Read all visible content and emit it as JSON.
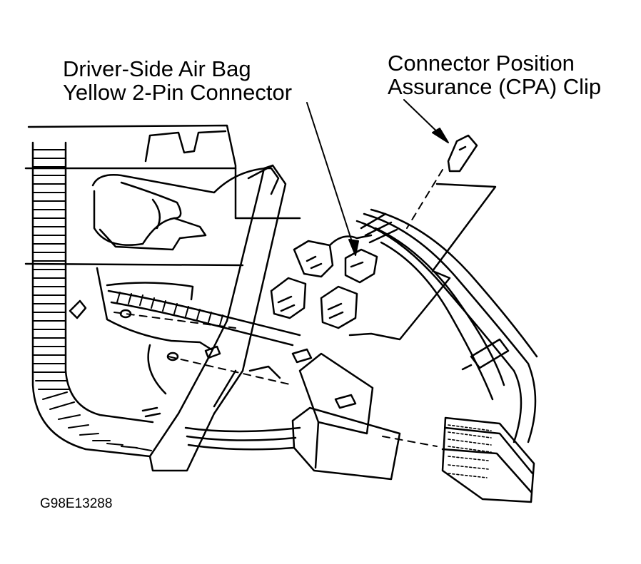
{
  "labels": {
    "airbag_line1": "Driver-Side Air Bag",
    "airbag_line2": "Yellow 2-Pin Connector",
    "cpa_line1": "Connector Position",
    "cpa_line2": "Assurance (CPA) Clip",
    "figure_id": "G98E13288"
  },
  "colors": {
    "ink": "#000000",
    "paper": "#ffffff"
  }
}
